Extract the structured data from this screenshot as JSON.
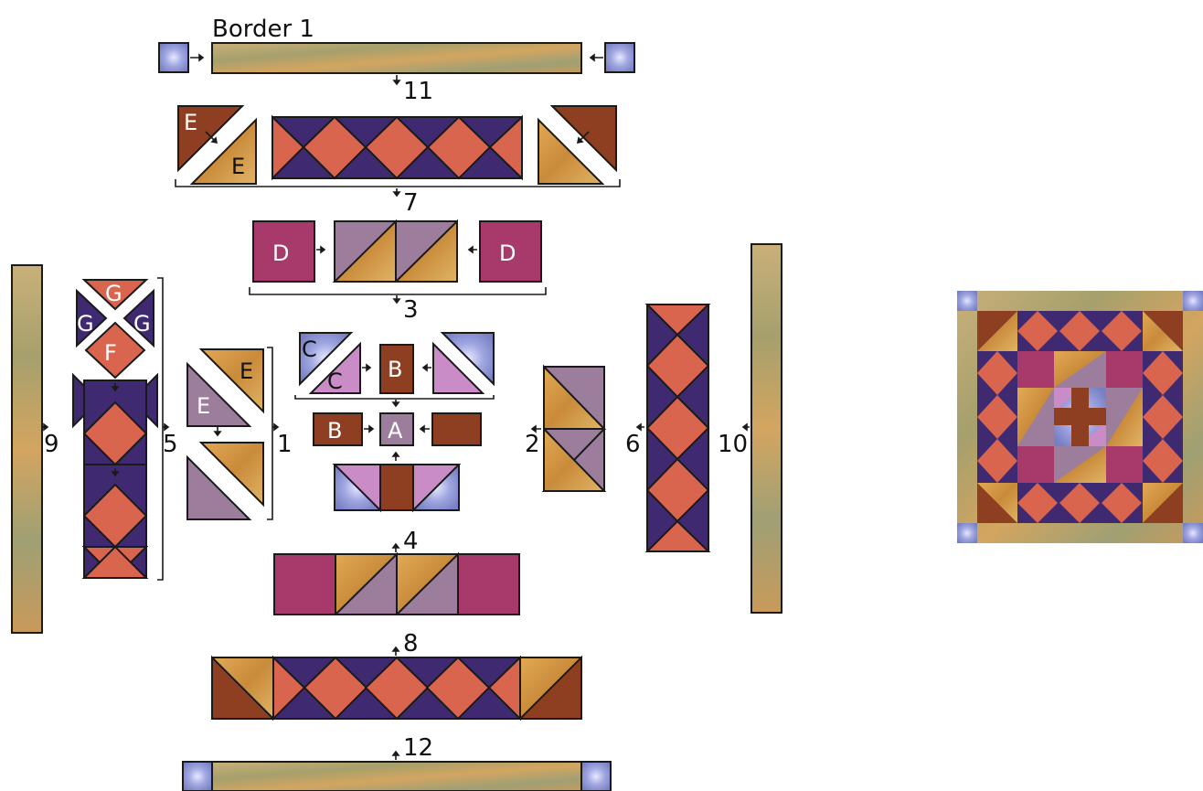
{
  "title": "Border 1",
  "step_labels": [
    "1",
    "2",
    "3",
    "4",
    "5",
    "6",
    "7",
    "8",
    "9",
    "10",
    "11",
    "12"
  ],
  "piece_labels": {
    "A": "A",
    "B": "B",
    "C": "C",
    "D": "D",
    "E": "E",
    "F": "F",
    "G": "G"
  },
  "colors": {
    "border_fabric": "#b3a274",
    "navy": "#3f2a72",
    "salmon": "#d9654f",
    "rust": "#8e3f22",
    "gold": "#d49a45",
    "magenta": "#a83a6b",
    "mauve": "#9c7d9c",
    "pink": "#c98cc7",
    "periwinkle": "#8c96d6",
    "olive": "#7f8a4c"
  }
}
